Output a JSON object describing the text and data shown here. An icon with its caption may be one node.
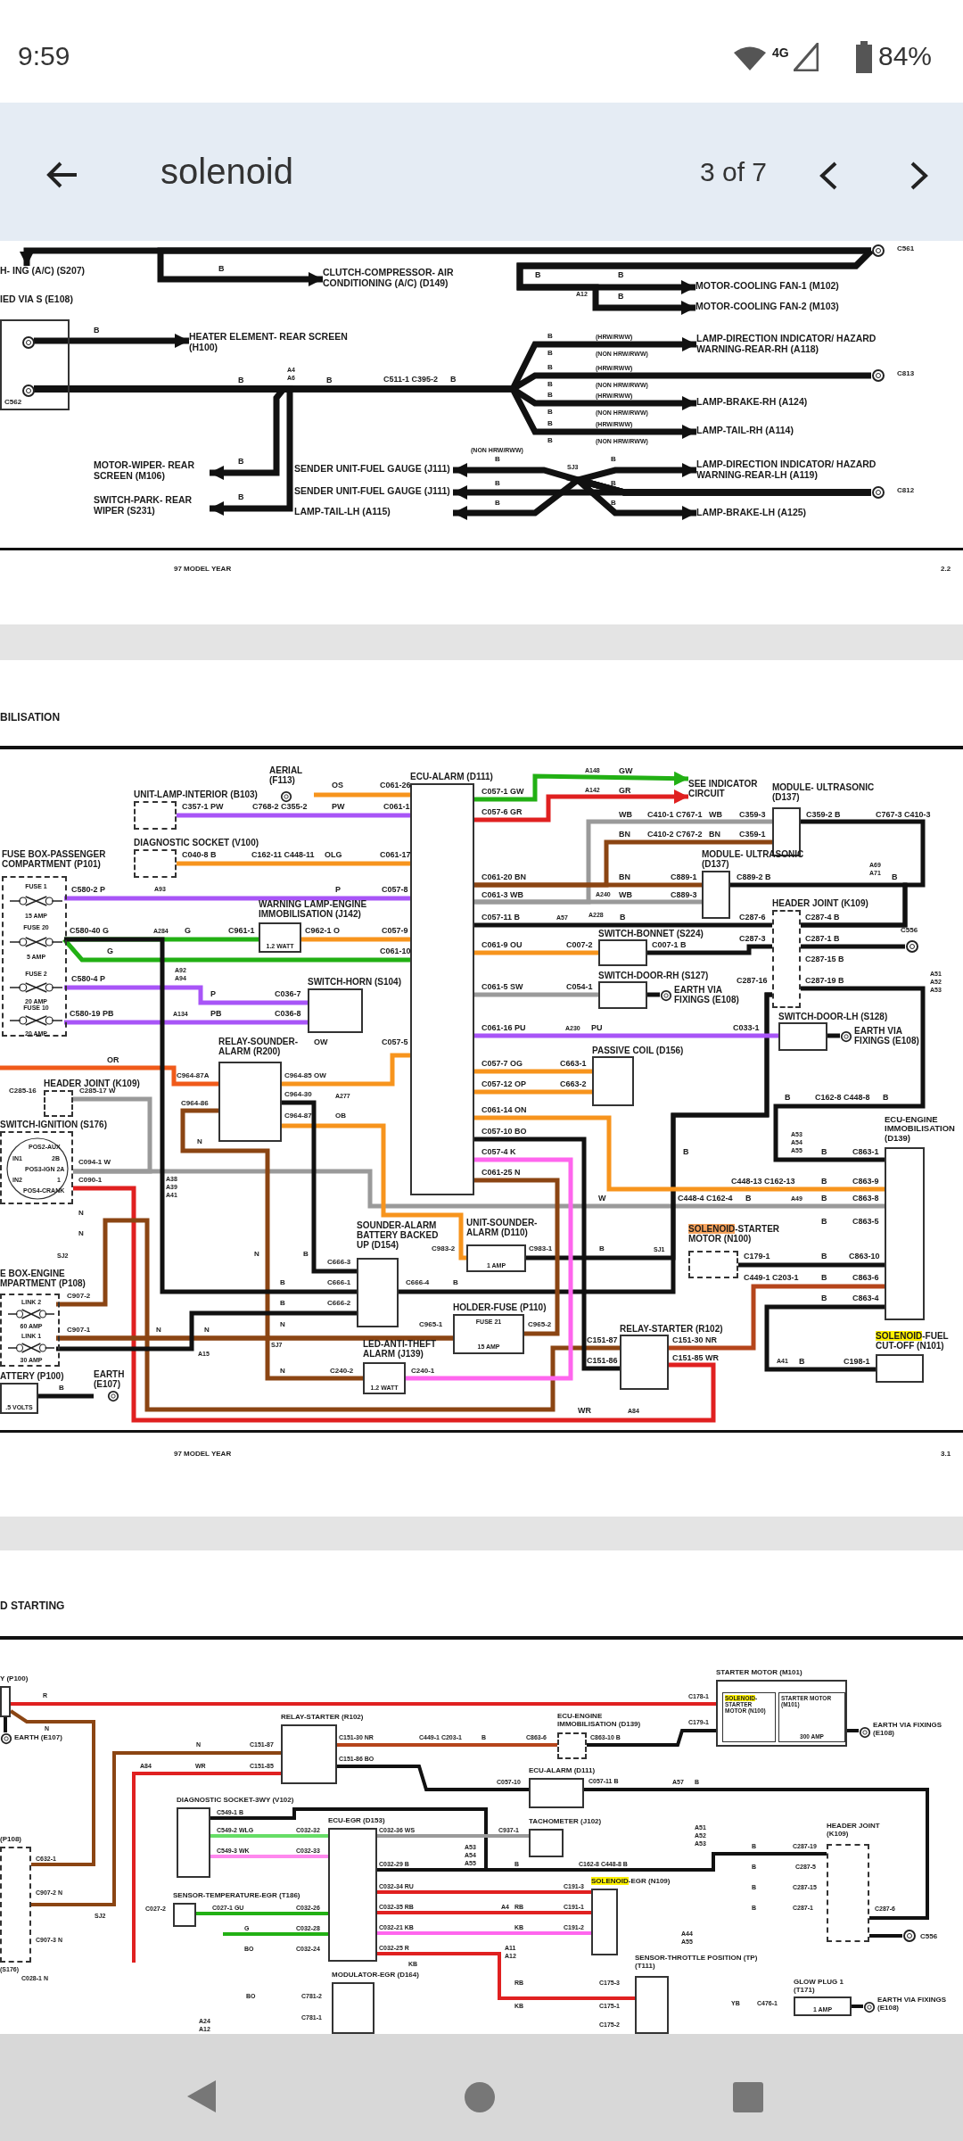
{
  "diagram": {
    "nodes": [
      {
        "text": [
          "H- ING (A/C) (S207)"
        ]
      },
      {
        "text": [],
        "shape": "circle",
        "beside": [
          "C561"
        ]
      },
      {
        "text": [
          "CLUTCH-COMPRESSOR- AIR CONDITIONING (A/C) (D149)"
        ]
      },
      {
        "text": [
          "MOTOR-COOLING FAN-1 (M102)"
        ]
      },
      {
        "text": [
          "MOTOR-COOLING FAN-2 (M103)"
        ]
      },
      {
        "text": [
          "IED VIA S (E108)"
        ]
      },
      {
        "text": [],
        "shape": "circle",
        "in": 5
      },
      {
        "text": [],
        "shape": "circle",
        "in": 5,
        "beside": [
          "C562"
        ]
      },
      {
        "text": [
          "HEATER ELEMENT- REAR SCREEN (H100)"
        ]
      },
      {
        "text": [
          "MOTOR-WIPER- REAR SCREEN (M106)"
        ]
      },
      {
        "text": [
          "SWITCH-PARK- REAR WIPER (S231)"
        ]
      },
      {
        "text": [
          "LAMP-DIRECTION INDICATOR/ HAZARD WARNING-REAR-RH (A118)"
        ]
      },
      {
        "text": [],
        "shape": "circle",
        "beside": [
          "C813"
        ]
      },
      {
        "text": [
          "LAMP-BRAKE-RH (A124)"
        ]
      },
      {
        "text": [
          "LAMP-TAIL-RH (A114)"
        ]
      },
      {
        "text": [
          "SENDER UNIT-FUEL GAUGE (J111)"
        ]
      },
      {
        "text": [
          "SENDER UNIT-FUEL GAUGE (J111)"
        ]
      },
      {
        "text": [
          "LAMP-TAIL-LH (A115)"
        ]
      },
      {
        "text": [
          "LAMP-DIRECTION INDICATOR/ HAZARD WARNING-REAR-LH (A119)"
        ]
      },
      {
        "text": [],
        "shape": "circle",
        "beside": [
          "C812"
        ]
      },
      {
        "text": [
          "LAMP-BRAKE-LH (A125)"
        ]
      },
      {
        "text": [
          "ECU-ALARM (D111)"
        ]
      },
      {
        "text": [
          "AERIAL (F113)"
        ]
      },
      {
        "text": [
          "UNIT-LAMP-INTERIOR (B103)"
        ]
      },
      {
        "text": [
          "DIAGNOSTIC SOCKET (V100)"
        ]
      },
      {
        "text": [
          "FUSE BOX-PASSENGER COMPARTMENT (P101)"
        ]
      },
      {
        "text": [
          "FUSE 1",
          "15 AMP"
        ],
        "in": 25
      },
      {
        "text": [
          "FUSE 20",
          "5 AMP"
        ],
        "in": 25
      },
      {
        "text": [
          "FUSE 2",
          "20 AMP"
        ],
        "in": 25
      },
      {
        "text": [
          "FUSE 10",
          "20 AMP"
        ],
        "in": 25
      },
      {
        "text": [
          "WARNING LAMP-ENGINE IMMOBILISATION (J142)",
          "1.2 WATT"
        ]
      },
      {
        "text": [
          "SWITCH-HORN (S104)"
        ]
      },
      {
        "text": [
          "HEADER JOINT (K109)"
        ]
      },
      {
        "text": [
          "RELAY-SOUNDER-ALARM (R200)"
        ]
      },
      {
        "text": [
          "SWITCH-IGNITION (S176)",
          "POS2-AUX",
          "IN1",
          "2B",
          "POS3-IGN 2A",
          "IN2",
          "1",
          "POS4-CRANK"
        ]
      },
      {
        "text": [
          "E BOX-ENGINE MPARTMENT (P108)"
        ]
      },
      {
        "text": [
          "LINK 2",
          "60 AMP"
        ],
        "in": 35
      },
      {
        "text": [
          "LINK 1",
          "30 AMP"
        ],
        "in": 35
      },
      {
        "text": [
          "ATTERY (P100)",
          ".5 VOLTS"
        ]
      },
      {
        "text": [
          "EARTH (E107)"
        ]
      },
      {
        "text": [
          "SOUNDER-ALARM BATTERY BACKED UP (D154)"
        ]
      },
      {
        "text": [
          "UNIT-SOUNDER-ALARM (D110)",
          "1 AMP"
        ]
      },
      {
        "text": [
          "HOLDER-FUSE (P110)",
          "FUSE 21",
          "15 AMP"
        ]
      },
      {
        "text": [
          "LED-ANTI-THEFT ALARM (J139)",
          "1.2 WATT"
        ]
      },
      {
        "text": [
          "SEE INDICATOR CIRCUIT"
        ]
      },
      {
        "text": [
          "MODULE- ULTRASONIC (D137)"
        ]
      },
      {
        "text": [
          "MODULE- ULTRASONIC (D137)"
        ]
      },
      {
        "text": [
          "HEADER JOINT (K109)"
        ]
      },
      {
        "text": [],
        "shape": "circle",
        "beside": [
          "C556"
        ]
      },
      {
        "text": [
          "SWITCH-BONNET (S224)"
        ]
      },
      {
        "text": [
          "SWITCH-DOOR-RH (S127)"
        ]
      },
      {
        "text": [
          "EARTH VIA FIXINGS (E108)"
        ]
      },
      {
        "text": [
          "SWITCH-DOOR-LH (S128)"
        ]
      },
      {
        "text": [
          "EARTH VIA FIXINGS (E108)"
        ]
      },
      {
        "text": [
          "PASSIVE COIL (D156)"
        ]
      },
      {
        "text": [
          "ECU-ENGINE IMMOBILISATION (D139)"
        ]
      },
      {
        "text": [
          "SOLENOID-STARTER MOTOR (N100)"
        ]
      },
      {
        "text": [
          "RELAY-STARTER (R102)"
        ]
      },
      {
        "text": [
          "SOLENOID-FUEL CUT-OFF (N101)"
        ]
      },
      {
        "text": [
          "Y (P100)"
        ]
      },
      {
        "text": [
          "EARTH (E107)"
        ]
      },
      {
        "text": [
          "STARTER MOTOR (M101)"
        ]
      },
      {
        "text": [
          "SOLENOID-STARTER MOTOR (N100)"
        ],
        "in": 61
      },
      {
        "text": [
          "STARTER MOTOR (M101)",
          "300 AMP"
        ],
        "in": 61
      },
      {
        "text": [
          "EARTH VIA FIXINGS (E108)"
        ]
      },
      {
        "text": [
          "RELAY-STARTER (R102)"
        ]
      },
      {
        "text": [
          "ECU-ENGINE IMMOBILISATION (D139)"
        ]
      },
      {
        "text": [
          "ECU-ALARM (D111)"
        ]
      },
      {
        "text": [
          "DIAGNOSTIC SOCKET-3WY (V102)"
        ]
      },
      {
        "text": [
          "ECU-EGR (D153)"
        ]
      },
      {
        "text": [
          "TACHOMETER (J102)"
        ]
      },
      {
        "text": [
          "HEADER JOINT (K109)"
        ]
      },
      {
        "text": [],
        "shape": "circle",
        "beside": [
          "C556"
        ]
      },
      {
        "text": [
          "SOLENOID-EGR (N109)"
        ]
      },
      {
        "text": [
          "SENSOR-TEMPERATURE-EGR (T186)"
        ]
      },
      {
        "text": [
          "(P108)"
        ]
      },
      {
        "text": [
          "SENSOR-THROTTLE POSITION (TP) (T111)"
        ]
      },
      {
        "text": [
          "MODULATOR-EGR (D164)"
        ]
      },
      {
        "text": [
          "GLOW PLUG 1 (T171)",
          "1 AMP"
        ]
      },
      {
        "text": [
          "EARTH VIA FIXINGS (E108)"
        ]
      }
    ],
    "edges": [
      {
        "from": 1,
        "to": 0,
        "arrow": "to"
      },
      {
        "from": 1,
        "to": 2,
        "arrow": "to"
      },
      {
        "from": 1,
        "to": 3,
        "arrow": "to"
      },
      {
        "from": 1,
        "to": 4,
        "arrow": "to"
      },
      {
        "from": 6,
        "to": 8,
        "arrow": "to"
      },
      {
        "from": 7,
        "to": 9,
        "arrow": "to"
      },
      {
        "from": 7,
        "to": 10,
        "arrow": "to"
      },
      {
        "from": 7,
        "to": 11,
        "arrow": "to"
      },
      {
        "from": 7,
        "to": 12,
        "arrow": "none"
      },
      {
        "from": 7,
        "to": 13,
        "arrow": "to"
      },
      {
        "from": 7,
        "to": 14,
        "arrow": "to"
      },
      {
        "from": 19,
        "to": 15,
        "arrow": "to"
      },
      {
        "from": 19,
        "to": 16,
        "arrow": "to"
      },
      {
        "from": 19,
        "to": 17,
        "arrow": "to"
      },
      {
        "from": 19,
        "to": 18,
        "arrow": "to"
      },
      {
        "from": 19,
        "to": 20,
        "arrow": "to"
      },
      {
        "from": 22,
        "to": 21,
        "arrow": "none",
        "color": "#f7941d"
      },
      {
        "from": 23,
        "to": 21,
        "arrow": "none",
        "color": "#a855f7"
      },
      {
        "from": 24,
        "to": 21,
        "arrow": "none",
        "color": "#f7941d"
      },
      {
        "from": 26,
        "to": 21,
        "arrow": "none",
        "color": "#a855f7"
      },
      {
        "from": 27,
        "to": 30,
        "arrow": "none",
        "color": "#22b014"
      },
      {
        "from": 30,
        "to": 21,
        "arrow": "none",
        "color": "#f7941d"
      },
      {
        "from": 27,
        "to": 21,
        "arrow": "none",
        "color": "#22b014"
      },
      {
        "from": 28,
        "to": 31,
        "arrow": "none",
        "color": "#a855f7"
      },
      {
        "from": 29,
        "to": 31,
        "arrow": "none",
        "color": "#a855f7"
      },
      {
        "from": null,
        "to": 33,
        "arrow": "none",
        "color": "#f05a1a"
      },
      {
        "from": 33,
        "to": 21,
        "arrow": "none",
        "color": "#f7941d"
      },
      {
        "from": 32,
        "to": 34,
        "arrow": "none",
        "color": "#9a9a9a"
      },
      {
        "from": 34,
        "to": 55,
        "arrow": "none",
        "color": "#9a9a9a"
      },
      {
        "from": 57,
        "to": 34,
        "arrow": "none",
        "color": "#e02020"
      },
      {
        "from": 33,
        "to": 41,
        "arrow": "none",
        "color": "#f7941d"
      },
      {
        "from": 33,
        "to": 42,
        "arrow": "none",
        "color": "#8b4513"
      },
      {
        "from": 37,
        "to": 42,
        "arrow": "none",
        "color": "#8b4513"
      },
      {
        "from": 37,
        "to": 43,
        "arrow": "none",
        "color": "#8b4513"
      },
      {
        "from": 36,
        "to": 57,
        "arrow": "none",
        "color": "#8b4513"
      },
      {
        "from": 38,
        "to": 39,
        "arrow": "none"
      },
      {
        "from": 27,
        "to": 40,
        "arrow": "none"
      },
      {
        "from": 33,
        "to": 40,
        "arrow": "none"
      },
      {
        "from": 37,
        "to": 40,
        "arrow": "none"
      },
      {
        "from": 40,
        "to": 47,
        "arrow": "none"
      },
      {
        "from": 41,
        "to": 47,
        "arrow": "none"
      },
      {
        "from": 43,
        "to": 21,
        "arrow": "none",
        "color": "#ff66ee"
      },
      {
        "from": 21,
        "to": 44,
        "arrow": "to",
        "color": "#22b014"
      },
      {
        "from": 21,
        "to": 44,
        "arrow": "to",
        "color": "#e02020"
      },
      {
        "from": 21,
        "to": 45,
        "arrow": "none",
        "color": "#9a9a9a"
      },
      {
        "from": 21,
        "to": 46,
        "arrow": "none",
        "color": "#9a9a9a"
      },
      {
        "from": 21,
        "to": 45,
        "arrow": "none",
        "color": "#8b4513"
      },
      {
        "from": 21,
        "to": 46,
        "arrow": "none",
        "color": "#8b4513"
      },
      {
        "from": 45,
        "to": 47,
        "arrow": "none"
      },
      {
        "from": 46,
        "to": 47,
        "arrow": "none"
      },
      {
        "from": 21,
        "to": 47,
        "arrow": "none"
      },
      {
        "from": 21,
        "to": 49,
        "arrow": "none",
        "color": "#f7941d"
      },
      {
        "from": 49,
        "to": 47,
        "arrow": "none"
      },
      {
        "from": 21,
        "to": 50,
        "arrow": "none",
        "color": "#9a9a9a"
      },
      {
        "from": 50,
        "to": 51,
        "arrow": "none"
      },
      {
        "from": 21,
        "to": 52,
        "arrow": "none",
        "color": "#a855f7"
      },
      {
        "from": 52,
        "to": 53,
        "arrow": "none"
      },
      {
        "from": 47,
        "to": 48,
        "arrow": "none"
      },
      {
        "from": 47,
        "to": 55,
        "arrow": "none"
      },
      {
        "from": 21,
        "to": 54,
        "arrow": "none",
        "color": "#f7941d"
      },
      {
        "from": 21,
        "to": 54,
        "arrow": "none",
        "color": "#f7941d"
      },
      {
        "from": 21,
        "to": 55,
        "arrow": "none",
        "color": "#f7941d"
      },
      {
        "from": 21,
        "to": 57,
        "arrow": "none"
      },
      {
        "from": 21,
        "to": 42,
        "arrow": "none",
        "color": "#8b4513"
      },
      {
        "from": 56,
        "to": 55,
        "arrow": "none"
      },
      {
        "from": 57,
        "to": 55,
        "arrow": "none",
        "color": "#b5451b"
      },
      {
        "from": 55,
        "to": 58,
        "arrow": "none"
      },
      {
        "from": 59,
        "to": 61,
        "arrow": "none",
        "color": "#e02020"
      },
      {
        "from": 59,
        "to": 75,
        "arrow": "none",
        "color": "#8b4513"
      },
      {
        "from": 59,
        "to": 60,
        "arrow": "none"
      },
      {
        "from": 61,
        "to": 64,
        "arrow": "none"
      },
      {
        "from": 65,
        "to": 66,
        "arrow": "none",
        "color": "#b5451b"
      },
      {
        "from": 66,
        "to": 61,
        "arrow": "none"
      },
      {
        "from": 65,
        "to": 67,
        "arrow": "none"
      },
      {
        "from": 67,
        "to": 71,
        "arrow": "none"
      },
      {
        "from": 75,
        "to": 65,
        "arrow": "none",
        "color": "#8b4513"
      },
      {
        "from": null,
        "to": 65,
        "arrow": "none",
        "color": "#e02020"
      },
      {
        "from": 68,
        "to": 71,
        "arrow": "none"
      },
      {
        "from": 68,
        "to": 69,
        "arrow": "none",
        "color": "#66dd66"
      },
      {
        "from": 68,
        "to": 69,
        "arrow": "none",
        "color": "#ff88ee"
      },
      {
        "from": 69,
        "to": 70,
        "arrow": "none",
        "color": "#9a9a9a"
      },
      {
        "from": 69,
        "to": 71,
        "arrow": "none"
      },
      {
        "from": 69,
        "to": 73,
        "arrow": "none",
        "color": "#e02020"
      },
      {
        "from": 69,
        "to": 73,
        "arrow": "none",
        "color": "#e02020"
      },
      {
        "from": 69,
        "to": 73,
        "arrow": "none",
        "color": "#ff66ee"
      },
      {
        "from": 69,
        "to": 76,
        "arrow": "none",
        "color": "#e02020"
      },
      {
        "from": 74,
        "to": 69,
        "arrow": "none",
        "color": "#22b014"
      },
      {
        "from": null,
        "to": 69,
        "arrow": "none",
        "color": "#22b014"
      },
      {
        "from": 71,
        "to": 72,
        "arrow": "none"
      },
      {
        "from": 78,
        "to": 79,
        "arrow": "none"
      }
    ],
    "labels": [
      "9:59",
      "4G",
      "84%",
      "solenoid",
      "3 of 7",
      "B",
      "B",
      "B",
      "A12",
      "B",
      "B",
      "B",
      "A4",
      "A6",
      "B",
      "C511-1 C395-2",
      "B",
      "B",
      "(HRW/RWW)",
      "B",
      "(NON HRW/RWW)",
      "B",
      "(HRW/RWW)",
      "B",
      "(NON HRW/RWW)",
      "B",
      "(HRW/RWW)",
      "B",
      "(NON HRW/RWW)",
      "B",
      "(HRW/RWW)",
      "B",
      "(NON HRW/RWW)",
      "B",
      "B",
      "(NON HRW/RWW)",
      "B",
      "B",
      "SJ3",
      "B",
      "B",
      "B",
      "B",
      "97 MODEL YEAR",
      "2.2",
      "BILISATION",
      "OS",
      "C061-26",
      "C357-1 PW",
      "C768-2 C355-2",
      "PW",
      "C061-1",
      "C040-8 B",
      "C162-11 C448-11",
      "OLG",
      "C061-17",
      "C580-2 P",
      "A93",
      "P",
      "C057-8",
      "C580-40 G",
      "A284",
      "G",
      "C961-1",
      "C962-1 O",
      "C057-9",
      "G",
      "C061-10",
      "C580-4 P",
      "A92",
      "A94",
      "P",
      "C036-7",
      "C580-19 PB",
      "A134",
      "PB",
      "C036-8",
      "OR",
      "OW",
      "C057-5",
      "C285-16",
      "C285-17 W",
      "C964-87A",
      "C964-85 OW",
      "C964-30",
      "A277",
      "C964-86",
      "C964-87",
      "OB",
      "N",
      "C094-1 W",
      "C090-1",
      "A38",
      "A39",
      "A41",
      "N",
      "N",
      "SJ2",
      "C907-2",
      "C907-1",
      "N",
      "N",
      "A15",
      "B",
      "N",
      "B",
      "C666-3",
      "B",
      "C666-1",
      "C666-4",
      "B",
      "B",
      "C666-2",
      "N",
      "C965-1",
      "SJ7",
      "C983-2",
      "C983-1",
      "B",
      "SJ1",
      "C965-2",
      "N",
      "C240-2",
      "C240-1",
      "C057-1 GW",
      "A148",
      "GW",
      "C057-6 GR",
      "A142",
      "GR",
      "WB",
      "C410-1 C767-1",
      "WB",
      "C359-3",
      "C359-2 B",
      "C767-3 C410-3",
      "BN",
      "C410-2 C767-2",
      "BN",
      "C359-1",
      "C061-20 BN",
      "BN",
      "C889-1",
      "C889-2 B",
      "A69",
      "A71",
      "B",
      "C061-3 WB",
      "A240",
      "WB",
      "C889-3",
      "C057-11 B",
      "A57",
      "A228",
      "B",
      "C287-6",
      "C287-4 B",
      "C061-9 OU",
      "C007-2",
      "C007-1 B",
      "C287-3",
      "C287-1 B",
      "C287-15 B",
      "C061-5 SW",
      "C054-1",
      "C287-16",
      "C287-19 B",
      "A51",
      "A52",
      "A53",
      "C061-16 PU",
      "A230",
      "PU",
      "C033-1",
      "C057-7 OG",
      "C663-1",
      "C057-12 OP",
      "C663-2",
      "B",
      "C162-8 C448-8",
      "B",
      "C061-14 ON",
      "C057-10 BO",
      "A53",
      "A54",
      "C057-4 K",
      "B",
      "A55",
      "B",
      "C863-1",
      "C061-25 N",
      "C448-13 C162-13",
      "B",
      "C863-9",
      "W",
      "C448-4 C162-4",
      "B",
      "A49",
      "B",
      "C863-8",
      "B",
      "C863-5",
      "C179-1",
      "B",
      "C863-10",
      "C449-1 C203-1",
      "B",
      "C863-6",
      "B",
      "C863-4",
      "C151-87",
      "C151-30 NR",
      "C151-86",
      "C151-85 WR",
      "A41",
      "B",
      "C198-1",
      "WR",
      "A84",
      "97 MODEL YEAR",
      "3.1",
      "D STARTING",
      "R",
      "N",
      "C178-1",
      "C179-1",
      "N",
      "C151-87",
      "C151-30 NR",
      "C449-1 C203-1",
      "B",
      "C863-6",
      "C863-10 B",
      "A84",
      "WR",
      "C151-85",
      "C151-86 BO",
      "C057-10",
      "C057-11 B",
      "A57",
      "B",
      "C549-1 B",
      "C549-2 WLG",
      "C032-32",
      "C032-36 WS",
      "C937-1",
      "A51",
      "A52",
      "A53",
      "B",
      "C287-19",
      "C549-3 WK",
      "C032-33",
      "A53",
      "A54",
      "C032-29 B",
      "A55",
      "B",
      "C162-8 C448-8 B",
      "B",
      "C287-5",
      "C032-34 RU",
      "C191-3",
      "B",
      "C287-15",
      "C027-2",
      "C027-1 GU",
      "C032-26",
      "C032-35 RB",
      "A4",
      "RB",
      "C191-1",
      "B",
      "C287-1",
      "C287-6",
      "SJ2",
      "G",
      "C032-28",
      "C032-21 KB",
      "KB",
      "C191-2",
      "A44",
      "A55",
      "C632-1",
      "C907-2 N",
      "C907-3 N",
      "BO",
      "C032-24",
      "C032-25 R",
      "A11",
      "A12",
      "(S176)",
      "KB",
      "C028-1 N",
      "RB",
      "C175-3",
      "YB",
      "C476-1",
      "BO",
      "C781-2",
      "KB",
      "C175-1",
      "C781-1",
      "A24",
      "A12",
      "C175-2"
    ]
  }
}
